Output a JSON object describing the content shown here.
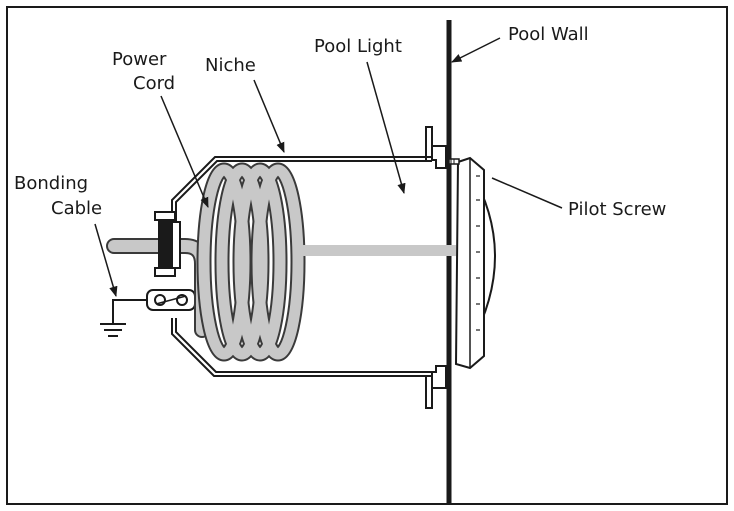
{
  "diagram": {
    "labels": {
      "pool_wall": "Pool Wall",
      "pool_light": "Pool Light",
      "niche": "Niche",
      "power_cord_line1": "Power",
      "power_cord_line2": "Cord",
      "bonding_cable_line1": "Bonding",
      "bonding_cable_line2": "Cable",
      "pilot_screw": "Pilot Screw"
    },
    "colors": {
      "line": "#1a1a1a",
      "cord_fill": "#c8c8c8",
      "cord_stroke": "#3a3a3a",
      "connector": "#1a1a1a",
      "lens_fill": "#ffffff",
      "background": "#ffffff"
    }
  }
}
